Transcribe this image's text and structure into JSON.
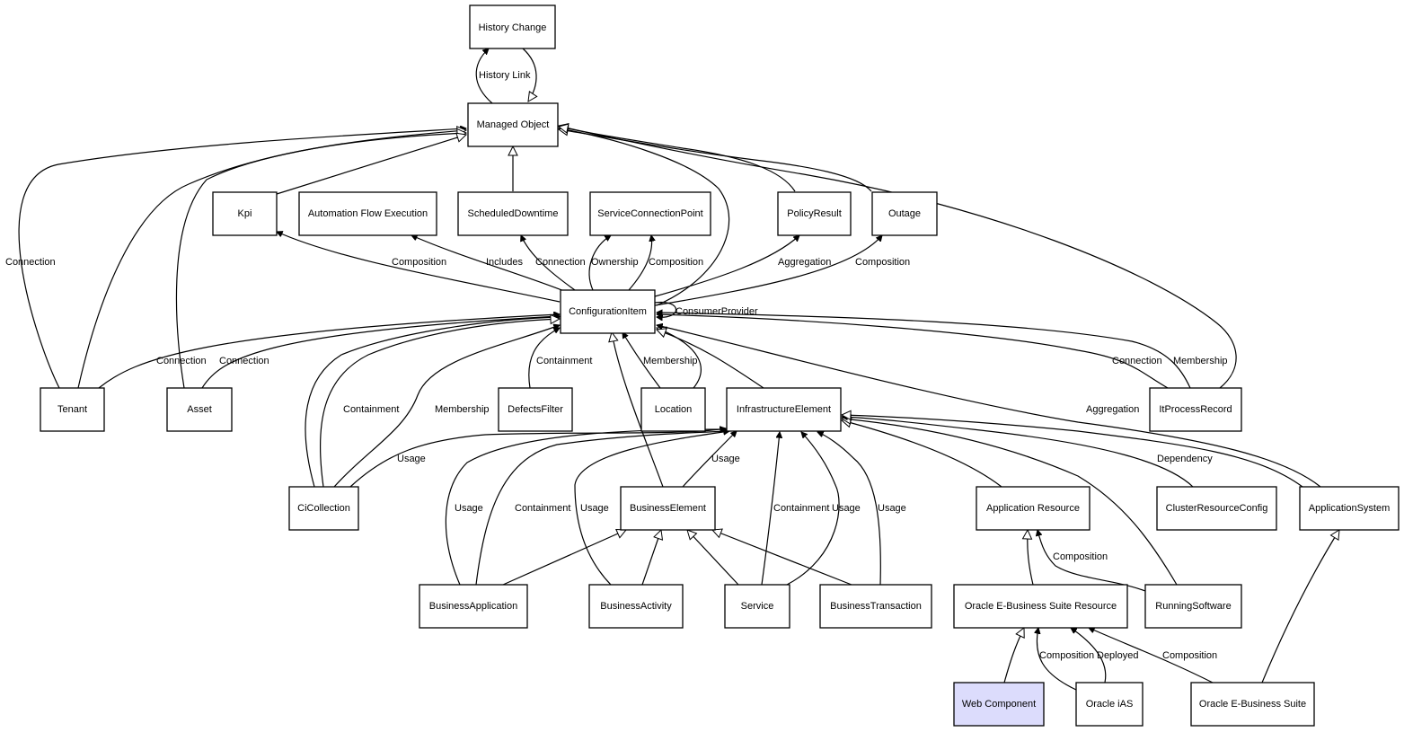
{
  "highlight_color": "#dcdcfc",
  "nodes": {
    "history_change": "History Change",
    "managed_object": "Managed Object",
    "kpi": "Kpi",
    "automation_flow_execution": "Automation Flow Execution",
    "scheduled_downtime": "ScheduledDowntime",
    "service_connection_point": "ServiceConnectionPoint",
    "policy_result": "PolicyResult",
    "outage": "Outage",
    "configuration_item": "ConfigurationItem",
    "tenant": "Tenant",
    "asset": "Asset",
    "defects_filter": "DefectsFilter",
    "location": "Location",
    "infrastructure_element": "InfrastructureElement",
    "it_process_record": "ItProcessRecord",
    "ci_collection": "CiCollection",
    "business_element": "BusinessElement",
    "application_resource": "Application Resource",
    "cluster_resource_config": "ClusterResourceConfig",
    "application_system": "ApplicationSystem",
    "business_application": "BusinessApplication",
    "business_activity": "BusinessActivity",
    "service": "Service",
    "business_transaction": "BusinessTransaction",
    "oracle_ebs_resource": "Oracle E-Business Suite Resource",
    "running_software": "RunningSoftware",
    "web_component": "Web Component",
    "oracle_ias": "Oracle iAS",
    "oracle_ebs": "Oracle E-Business Suite"
  },
  "edge_labels": {
    "history_link": "History Link",
    "tenant_mo_connection": "Connection",
    "ci_kpi_composition": "Composition",
    "ci_afe_includes": "Includes",
    "ci_sd_connection": "Connection",
    "ci_scp_ownership": "Ownership",
    "ci_scp_composition": "Composition",
    "ci_pr_aggregation": "Aggregation",
    "ci_outage_composition": "Composition",
    "ci_consumer_provider": "ConsumerProvider",
    "tenant_ci_connection": "Connection",
    "asset_ci_connection": "Connection",
    "cic_ci_containment": "Containment",
    "cic_ci_membership": "Membership",
    "df_ci_containment": "Containment",
    "loc_ci_membership": "Membership",
    "ipr_ci_connection": "Connection",
    "ipr_ci_membership": "Membership",
    "appsys_ci_aggregation": "Aggregation",
    "cic_ie_usage": "Usage",
    "be_ie_usage": "Usage",
    "ie_crc_dependency": "Dependency",
    "ba_ie_usage": "Usage",
    "ba_ie_containment": "Containment",
    "bact_ie_usage": "Usage",
    "svc_ie_containment": "Containment",
    "svc_ie_usage": "Usage",
    "bt_ie_usage": "Usage",
    "rs_ar_composition": "Composition",
    "ias_oebsr_composition": "Composition",
    "ias_oebsr_deployed": "Deployed",
    "oebs_oebsr_composition": "Composition"
  }
}
